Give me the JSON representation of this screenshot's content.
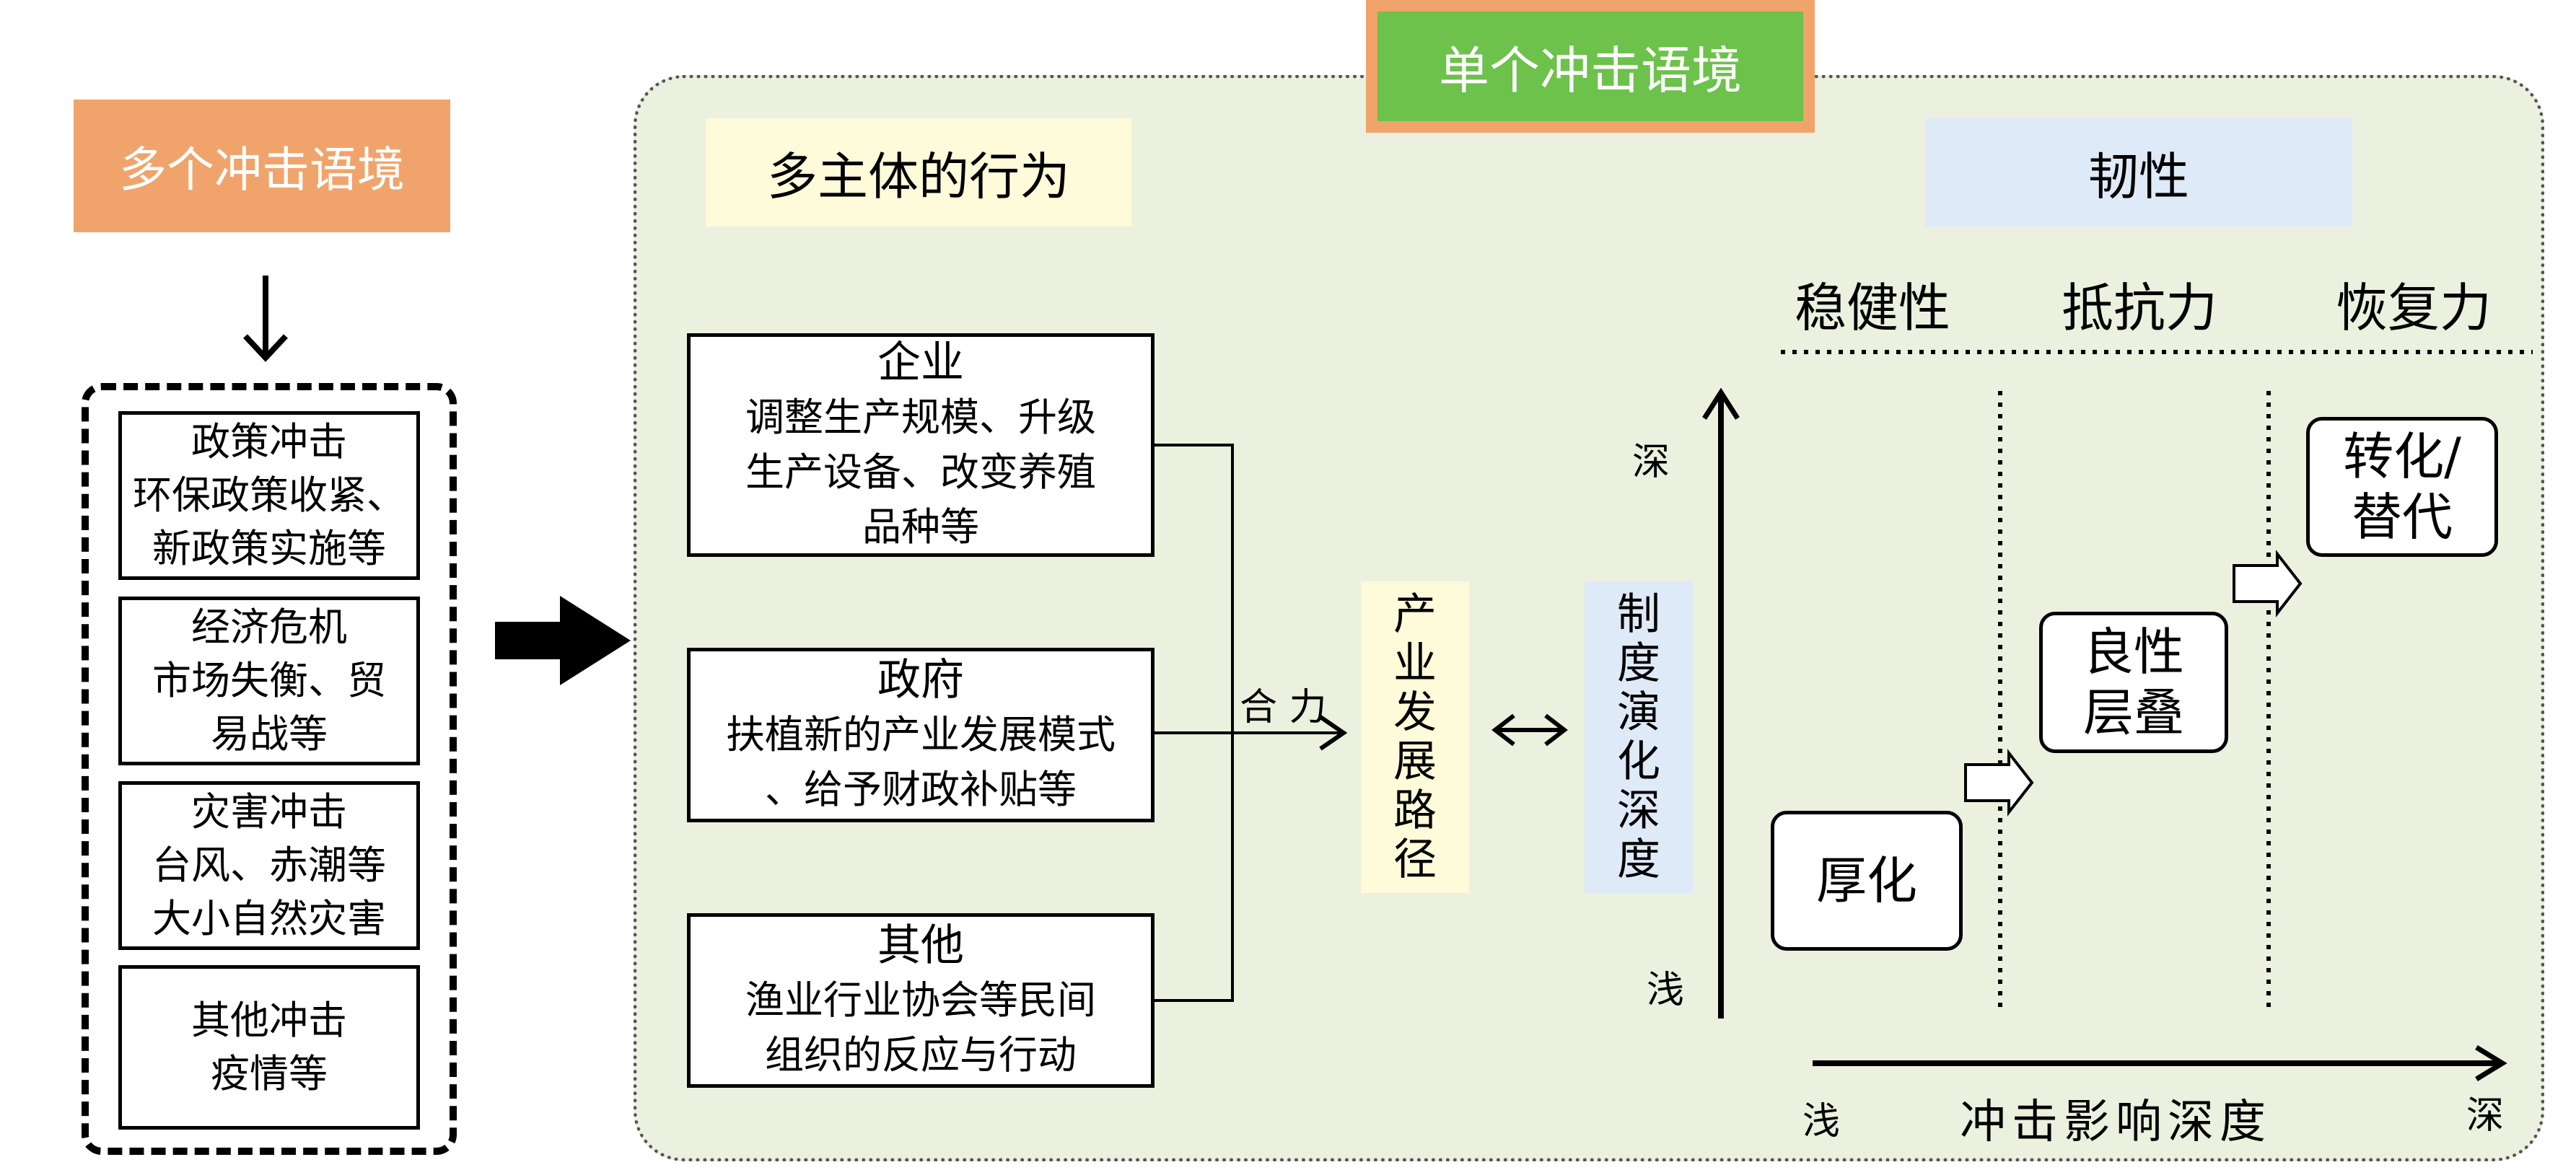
{
  "multi": {
    "title": "多个冲击语境",
    "shocks": [
      {
        "line1": "政策冲击",
        "line2": "环保政策收紧、",
        "line3": "新政策实施等"
      },
      {
        "line1": "经济危机",
        "line2": "市场失衡、贸",
        "line3": "易战等"
      },
      {
        "line1": "灾害冲击",
        "line2": "台风、赤潮等",
        "line3": "大小自然灾害"
      },
      {
        "line1": "其他冲击",
        "line2": "疫情等"
      }
    ]
  },
  "single": {
    "title": "单个冲击语境",
    "actors_header": "多主体的行为",
    "actors": [
      {
        "title": "企业",
        "line1": "调整生产规模、升级",
        "line2": "生产设备、改变养殖",
        "line3": "品种等"
      },
      {
        "title": "政府",
        "line1": "扶植新的产业发展模式",
        "line2": "、给予财政补贴等"
      },
      {
        "title": "其他",
        "line1": "渔业行业协会等民间",
        "line2": "组织的反应与行动"
      }
    ],
    "resultant_label": "合 力",
    "path_label": [
      "产",
      "业",
      "发",
      "展",
      "路",
      "径"
    ],
    "inst_label": [
      "制",
      "度",
      "演",
      "化",
      "深",
      "度"
    ],
    "resilience_header": "韧性",
    "categories": [
      "稳健性",
      "抵抗力",
      "恢复力"
    ],
    "y_deep": "深",
    "y_shallow": "浅",
    "stages": [
      {
        "line1": "厚化"
      },
      {
        "line1": "良性",
        "line2": "层叠"
      },
      {
        "line1": "转化/",
        "line2": "替代"
      }
    ],
    "x_shallow": "浅",
    "x_label": "冲击影响深度",
    "x_deep": "深"
  },
  "colors": {
    "green_bg": "#ebf1de",
    "green_title": "#6cc24a",
    "orange": "#f0a46c",
    "yellow": "#fdfbd9",
    "blue": "#dfeaf8"
  }
}
